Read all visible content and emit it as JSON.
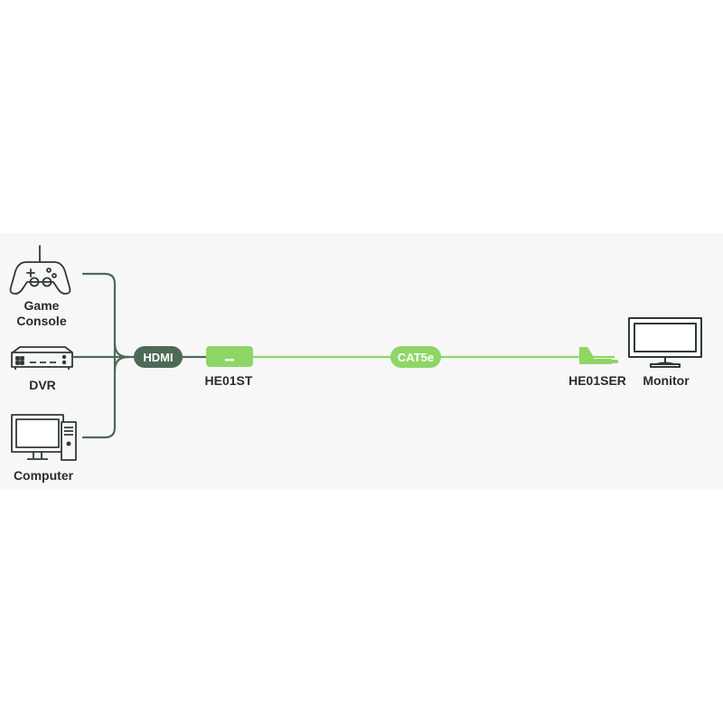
{
  "colors": {
    "panel_bg": "#f7f7f7",
    "source_line": "#4d6a57",
    "hdmi_pill": "#4d6a57",
    "green_accent": "#8ed665",
    "icon_stroke": "#2e3a33",
    "label_text": "#2b2b2b"
  },
  "sources": [
    {
      "icon": "gamepad-icon",
      "label_line1": "Game",
      "label_line2": "Console"
    },
    {
      "icon": "dvr-icon",
      "label": "DVR"
    },
    {
      "icon": "computer-icon",
      "label": "Computer"
    }
  ],
  "cables": {
    "hdmi_label": "HDMI",
    "cat5e_label": "CAT5e"
  },
  "devices": {
    "transmitter_label": "HE01ST",
    "receiver_label": "HE01SER",
    "display_label": "Monitor",
    "display_icon": "monitor-icon"
  }
}
